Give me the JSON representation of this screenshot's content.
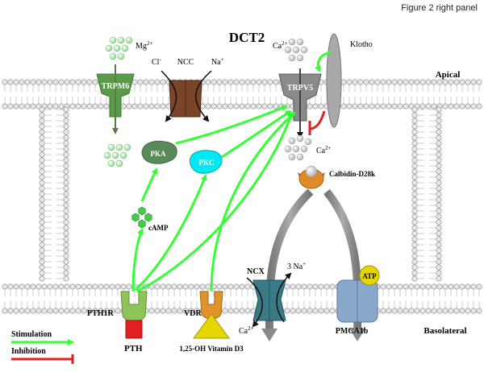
{
  "figure_label": "Figure 2 right panel",
  "title": "DCT2",
  "regions": {
    "apical": "Apical",
    "basolateral": "Basolateral"
  },
  "channels": {
    "trpm6": "TRPM6",
    "ncc": "NCC",
    "trpv5": "TRPV5",
    "ncx": "NCX",
    "pmca": "PMCA1b"
  },
  "ions": {
    "mg": "Mg",
    "mg_charge": "2+",
    "ca": "Ca",
    "ca_charge": "2+",
    "cl": "Cl",
    "cl_charge": "-",
    "na": "Na",
    "na_charge": "+",
    "three_na": "3 Na",
    "three_na_charge": "+"
  },
  "proteins": {
    "klotho": "Klotho",
    "pka": "PKA",
    "pkc": "PKC",
    "camp": "cAMP",
    "calbindin": "Calbidin-D28k",
    "atp": "ATP"
  },
  "receptors": {
    "pth1r": "PTH1R",
    "pth": "PTH",
    "vdr": "VDR",
    "vitd": "1,25-OH Vitamin D3"
  },
  "legend": {
    "stimulation": "Stimulation",
    "inhibition": "Inhibition"
  },
  "colors": {
    "stimulation": "#33ff33",
    "inhibition": "#e02020",
    "trpm6": "#5a9a4a",
    "ncc": "#7a4528",
    "trpv5": "#8a8a8a",
    "ncx": "#3a7a86",
    "pmca": "#8aa8cc",
    "pkc": "#00e8f4",
    "pka": "#5a8a5a",
    "atp": "#e6d600",
    "calbindin": "#e08a2a"
  }
}
